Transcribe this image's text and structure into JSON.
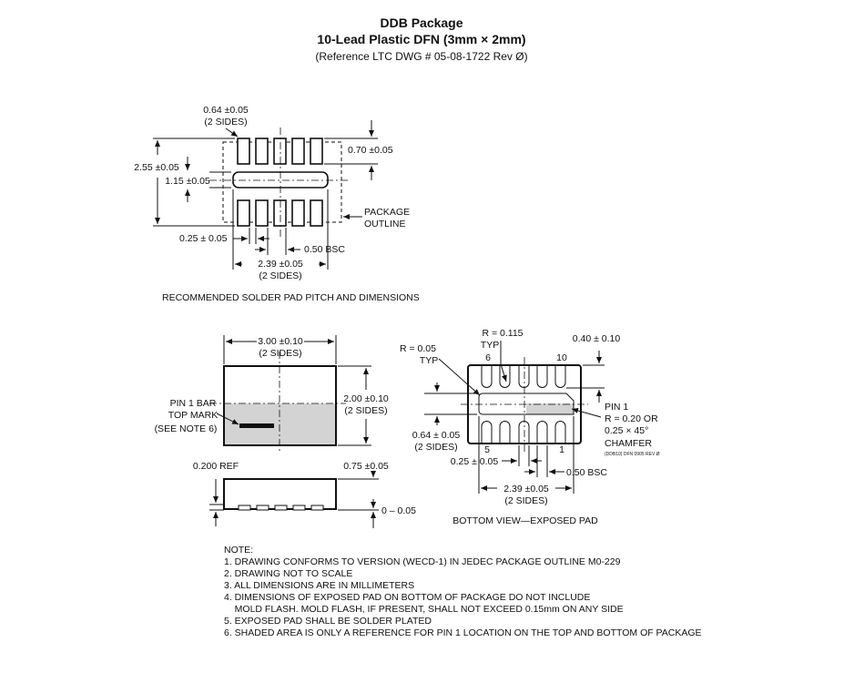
{
  "header": {
    "title": "DDB Package",
    "subtitle": "10-Lead Plastic DFN (3mm × 2mm)",
    "reference": "(Reference LTC DWG # 05-08-1722 Rev Ø)"
  },
  "solder_view": {
    "dim_pad_width": "0.64 ±0.05",
    "dim_pad_width_sides": "(2 SIDES)",
    "dim_height": "2.55 ±0.05",
    "dim_center": "1.15 ±0.05",
    "dim_pad_length": "0.70 ±0.05",
    "package_outline_1": "PACKAGE",
    "package_outline_2": "OUTLINE",
    "dim_lead_width": "0.25 ± 0.05",
    "dim_pitch": "0.50 BSC",
    "dim_span": "2.39 ±0.05",
    "dim_span_sides": "(2 SIDES)",
    "caption": "RECOMMENDED SOLDER PAD PITCH AND DIMENSIONS"
  },
  "top_view": {
    "dim_length": "3.00 ±0.10",
    "dim_length_sides": "(2 SIDES)",
    "dim_width": "2.00 ±0.10",
    "dim_width_sides": "(2 SIDES)",
    "pin1_bar_1": "PIN 1 BAR",
    "pin1_bar_2": "TOP MARK",
    "pin1_bar_3": "(SEE NOTE 6)"
  },
  "side_view": {
    "dim_ref": "0.200 REF",
    "dim_height": "0.75 ±0.05",
    "dim_standoff": "0 – 0.05"
  },
  "bottom_view": {
    "radius_typ": "R = 0.115",
    "radius_typ_2": "TYP",
    "radius_corner": "R = 0.05",
    "radius_corner_2": "TYP",
    "pin6": "6",
    "pin10": "10",
    "pin5": "5",
    "pin1": "1",
    "dim_pad_len": "0.40 ± 0.10",
    "pin1_label_1": "PIN 1",
    "pin1_label_2": "R = 0.20 OR",
    "pin1_label_3": "0.25 × 45°",
    "pin1_label_4": "CHAMFER",
    "dwg_code": "(DDB10) DFN 0905 REV Ø",
    "dim_pad_width": "0.64 ± 0.05",
    "dim_pad_width_sides": "(2 SIDES)",
    "dim_lead_width": "0.25 ± 0.05",
    "dim_pitch": "0.50 BSC",
    "dim_span": "2.39 ±0.05",
    "dim_span_sides": "(2 SIDES)",
    "caption": "BOTTOM VIEW—EXPOSED PAD"
  },
  "notes": {
    "heading": "NOTE:",
    "items": [
      "1. DRAWING CONFORMS TO VERSION (WECD-1) IN JEDEC PACKAGE OUTLINE M0-229",
      "2. DRAWING NOT TO SCALE",
      "3. ALL DIMENSIONS ARE IN MILLIMETERS",
      "4. DIMENSIONS OF EXPOSED PAD ON BOTTOM OF PACKAGE DO NOT INCLUDE",
      "    MOLD FLASH. MOLD FLASH, IF PRESENT, SHALL NOT EXCEED 0.15mm ON ANY SIDE",
      "5. EXPOSED PAD SHALL BE SOLDER PLATED",
      "6. SHADED AREA IS ONLY A REFERENCE FOR PIN 1 LOCATION ON THE TOP AND BOTTOM OF PACKAGE"
    ]
  }
}
